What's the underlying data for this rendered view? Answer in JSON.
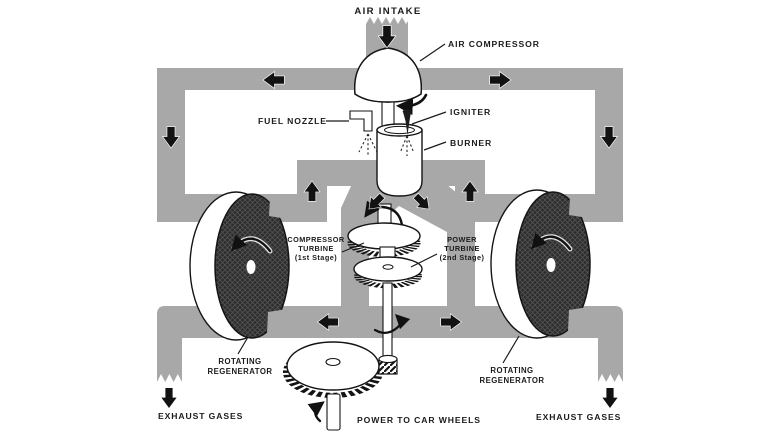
{
  "colors": {
    "background": "#ffffff",
    "duct_gray": "#a8a8a8",
    "ink": "#1b1b1b",
    "regenerator_face": "#2d2d2d",
    "component_fill": "#ffffff"
  },
  "labels": {
    "air_intake": "AIR INTAKE",
    "air_compressor": "AIR COMPRESSOR",
    "igniter": "IGNITER",
    "fuel_nozzle": "FUEL NOZZLE",
    "burner": "BURNER",
    "compressor_turbine": {
      "line1": "COMPRESSOR",
      "line2": "TURBINE",
      "line3": "(1st Stage)"
    },
    "power_turbine": {
      "line1": "POWER",
      "line2": "TURBINE",
      "line3": "(2nd Stage)"
    },
    "rotating_regenerator_left": {
      "line1": "ROTATING",
      "line2": "REGENERATOR"
    },
    "rotating_regenerator_right": {
      "line1": "ROTATING",
      "line2": "REGENERATOR"
    },
    "exhaust_gases_left": "EXHAUST GASES",
    "exhaust_gases_right": "EXHAUST GASES",
    "power_to_car_wheels": "POWER TO CAR WHEELS"
  }
}
